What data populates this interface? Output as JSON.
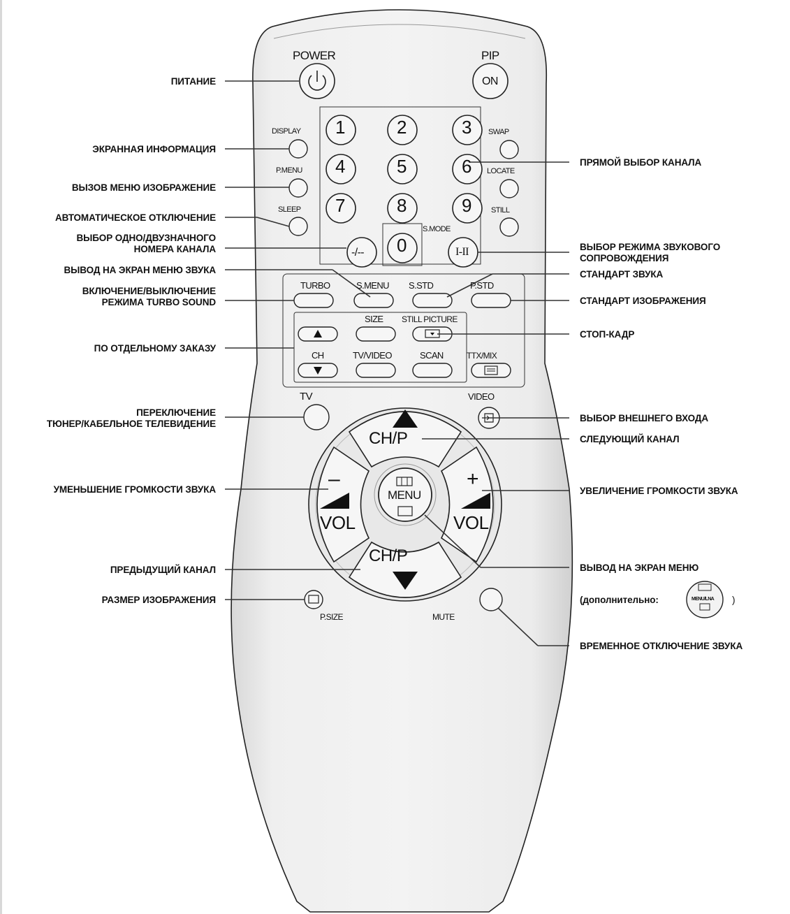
{
  "remote_labels": {
    "power": "POWER",
    "pip": "PIP",
    "pip_button": "ON",
    "display": "DISPLAY",
    "swap": "SWAP",
    "pmenu": "P.MENU",
    "locate": "LOCATE",
    "sleep": "SLEEP",
    "still": "STILL",
    "smode": "S.MODE",
    "digits": [
      "1",
      "2",
      "3",
      "4",
      "5",
      "6",
      "7",
      "8",
      "9",
      "0"
    ],
    "dash_button": "-/--",
    "ih_button": "I-II",
    "turbo": "TURBO",
    "smenu": "S.MENU",
    "sstd": "S.STD",
    "pstd": "P.STD",
    "size": "SIZE",
    "still_picture": "STILL PICTURE",
    "ch": "CH",
    "tv_video": "TV/VIDEO",
    "scan": "SCAN",
    "ttx_mix": "TTX/MIX",
    "tv": "TV",
    "video": "VIDEO",
    "chp": "CH/P",
    "minus": "–",
    "plus": "+",
    "vol": "VOL",
    "menu": "MENU",
    "psize": "P.SIZE",
    "mute": "MUTE"
  },
  "callouts_left": [
    {
      "text": "ПИТАНИЕ"
    },
    {
      "text": "ЭКРАННАЯ ИНФОРМАЦИЯ"
    },
    {
      "text": "ВЫЗОВ МЕНЮ ИЗОБРАЖЕНИЕ"
    },
    {
      "text": "АВТОМАТИЧЕСКОЕ ОТКЛЮЧЕНИЕ"
    },
    {
      "text": "ВЫБОР ОДНО/ДВУЗНАЧНОГО\nНОМЕРА КАНАЛА"
    },
    {
      "text": "ВЫВОД НА ЭКРАН МЕНЮ ЗВУКА"
    },
    {
      "text": "ВКЛЮЧЕНИЕ/ВЫКЛЮЧЕНИЕ\nРЕЖИМА TURBO SOUND"
    },
    {
      "text": "ПО ОТДЕЛЬНОМУ ЗАКАЗУ"
    },
    {
      "text": "ПЕРЕКЛЮЧЕНИЕ\nТЮНЕР/КАБЕЛЬНОЕ ТЕЛЕВИДЕНИЕ"
    },
    {
      "text": "УМЕНЬШЕНИЕ ГРОМКОСТИ ЗВУКА"
    },
    {
      "text": "ПРЕДЫДУЩИЙ КАНАЛ"
    },
    {
      "text": "РАЗМЕР ИЗОБРАЖЕНИЯ"
    }
  ],
  "callouts_right": [
    {
      "text": "ПРЯМОЙ ВЫБОР КАНАЛА"
    },
    {
      "text": "ВЫБОР РЕЖИМА ЗВУКОВОГО\nСОПРОВОЖДЕНИЯ"
    },
    {
      "text": "СТАНДАРТ ЗВУКА"
    },
    {
      "text": "СТАНДАРТ ИЗОБРАЖЕНИЯ"
    },
    {
      "text": "СТОП-КАДР"
    },
    {
      "text": "ВЫБОР ВНЕШНЕГО ВХОДА"
    },
    {
      "text": "СЛЕДУЮЩИЙ КАНАЛ"
    },
    {
      "text": "УВЕЛИЧЕНИЕ ГРОМКОСТИ ЗВУКА"
    },
    {
      "text": "ВЫВОД НА ЭКРАН МЕНЮ"
    },
    {
      "text": "(дополнительно:"
    },
    {
      "text": ")"
    },
    {
      "text": "ВРЕМЕННОЕ ОТКЛЮЧЕНИЕ ЗВУКА"
    }
  ],
  "optional_menu_button_label": "MENU/LNA",
  "colors": {
    "remote_body": "#ececec",
    "line": "#333333",
    "text": "#111111"
  }
}
